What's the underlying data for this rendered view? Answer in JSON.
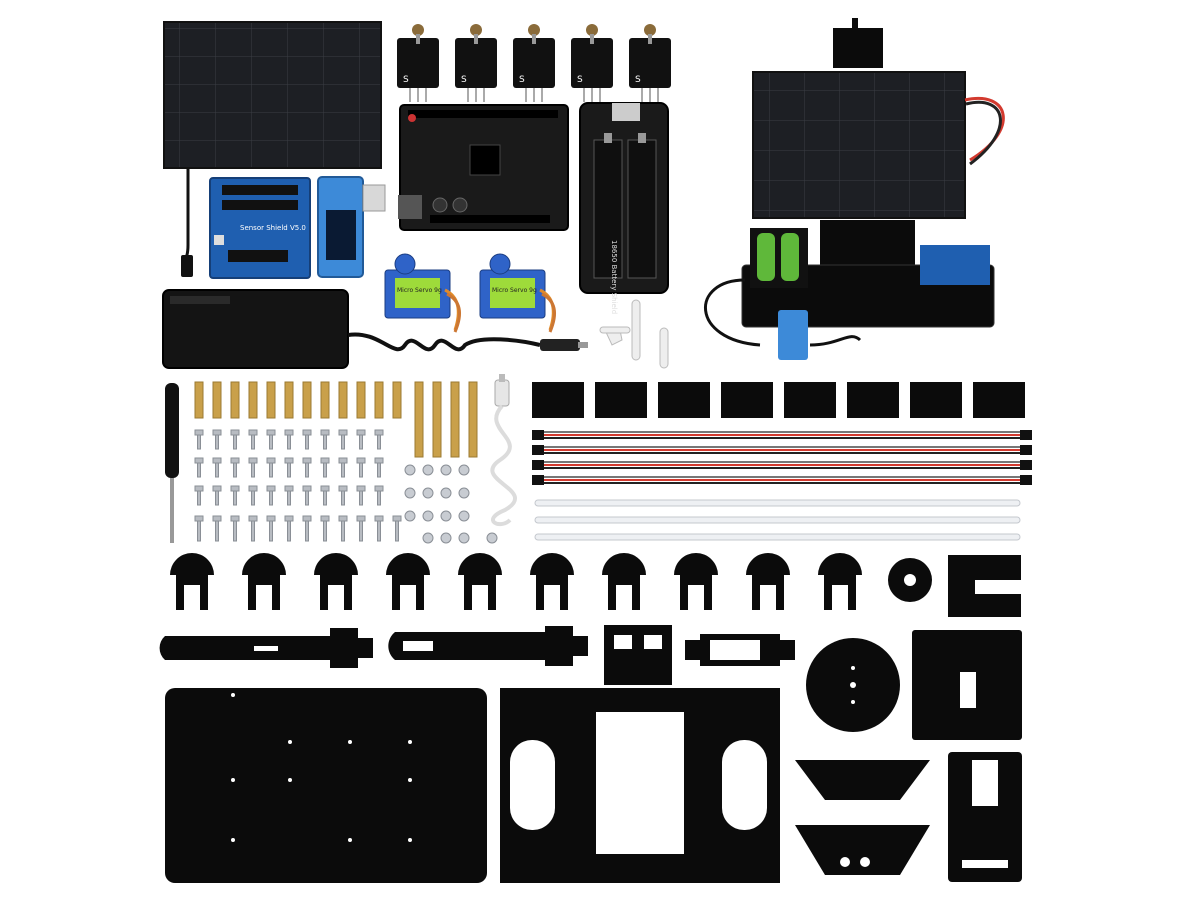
{
  "scene": {
    "subject": "solar tracker kit components",
    "background_color": "#ffffff"
  },
  "labels": {
    "sensor_shield": "Sensor Shield V5.0",
    "servo_1": "Micro Servo 9g",
    "servo_2": "Micro Servo 9g",
    "battery_shield": "18650 Battery Shield",
    "sensor_pin": "S"
  },
  "colors": {
    "acrylic": "#0b0b0b",
    "pcb_black": "#1a1a1a",
    "pcb_blue": "#1f5fb0",
    "servo_blue": "#2f63c8",
    "solar_cell": "#1d1f24",
    "brass": "#c9a04a",
    "steel": "#b8bcc2",
    "wire_red": "#d33a2f",
    "wire_black": "#222222",
    "battery_green": "#5fb83a"
  }
}
